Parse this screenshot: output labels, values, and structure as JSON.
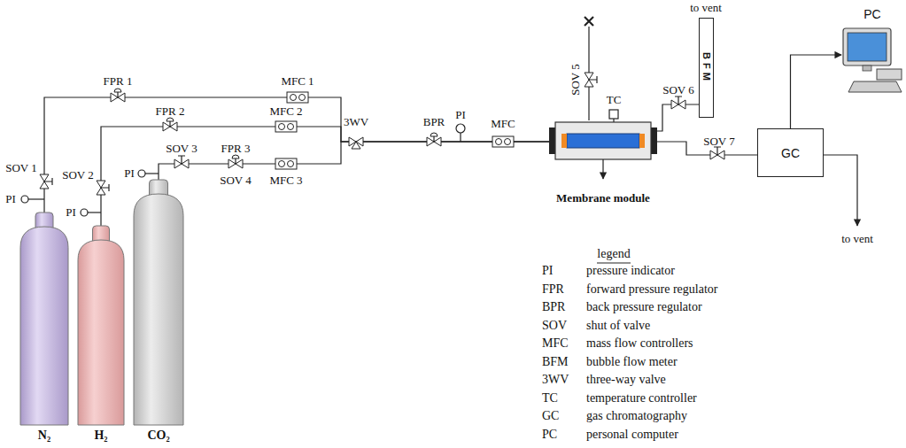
{
  "diagram": {
    "nodes": [
      {
        "text": [
          "N₂"
        ]
      },
      {
        "text": [
          "H₂"
        ]
      },
      {
        "text": [
          "CO₂"
        ]
      },
      {
        "text": [
          "Membrane module"
        ]
      },
      {
        "text": [
          "BFM"
        ]
      },
      {
        "text": [
          "GC"
        ]
      },
      {
        "text": [
          "PC"
        ]
      }
    ],
    "edges": [
      {
        "from": 0,
        "to": 3,
        "arrow": "none"
      },
      {
        "from": 1,
        "to": 3,
        "arrow": "none"
      },
      {
        "from": 2,
        "to": 3,
        "arrow": "none"
      },
      {
        "from": 3,
        "to": 4,
        "arrow": "none"
      },
      {
        "from": 3,
        "to": 5,
        "arrow": "none"
      },
      {
        "from": 5,
        "to": 6,
        "arrow": "to"
      }
    ],
    "labels": [
      "FPR 1",
      "MFC 1",
      "FPR 2",
      "MFC 2",
      "SOV 1",
      "SOV 2",
      "SOV 3",
      "FPR 3",
      "SOV 4",
      "MFC 3",
      "PI",
      "PI",
      "PI",
      "3WV",
      "BPR",
      "PI",
      "MFC",
      "SOV 5",
      "TC",
      "SOV 6",
      "to vent",
      "SOV 7",
      "to vent",
      "legend",
      "PI",
      "pressure indicator",
      "FPR",
      "forward pressure regulator",
      "BPR",
      "back pressure regulator",
      "SOV",
      "shut of valve",
      "MFC",
      "mass flow controllers",
      "BFM",
      "bubble flow meter",
      "3WV",
      "three-way valve",
      "TC",
      "temperature controller",
      "GC",
      "gas chromatography",
      "PC",
      "personal computer"
    ]
  }
}
